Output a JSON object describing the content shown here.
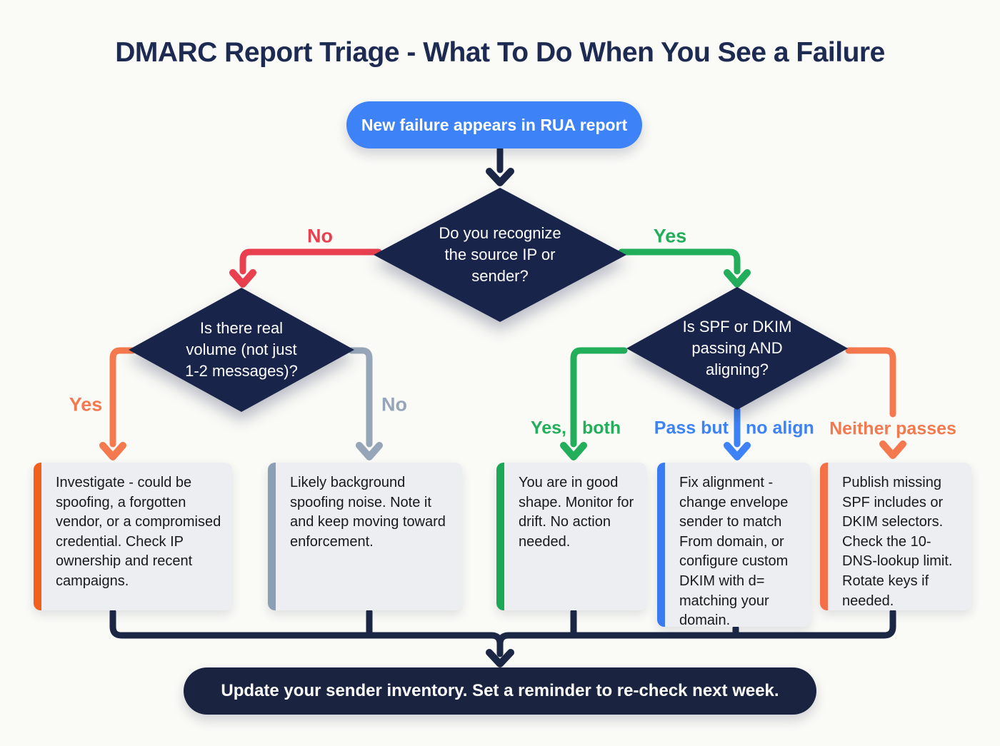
{
  "colors": {
    "background": "#FAFAF6",
    "title": "#1D2A52",
    "navy": "#19244A",
    "navy_line": "#1B2745",
    "end_pill": "#1A2440",
    "blue": "#3D83F7",
    "red": "#E8404F",
    "green": "#23AE5C",
    "orange": "#F5794E",
    "gray": "#96A5B8",
    "box_bg": "#EDEEF2",
    "ink": "#17191E"
  },
  "title": "DMARC Report Triage - What To Do When You See a Failure",
  "nodes": {
    "start": "New failure appears in RUA report",
    "q_recognize": "Do you recognize the source IP or sender?",
    "q_volume": "Is there real volume (not just 1-2 messages)?",
    "q_align": "Is SPF or DKIM passing AND aligning?",
    "end": "Update your sender inventory. Set a reminder to re-check next week."
  },
  "labels": {
    "recognize_no": "No",
    "recognize_yes": "Yes",
    "volume_yes": "Yes",
    "volume_no": "No",
    "align_both_a": "Yes,",
    "align_both_b": "both",
    "align_pass_a": "Pass but",
    "align_pass_b": "no align",
    "align_neither": "Neither passes"
  },
  "outcomes": [
    {
      "accent": "#F2601D",
      "text": "Investigate - could be spoofing, a forgotten vendor, or a compromised credential. Check IP ownership and recent campaigns."
    },
    {
      "accent": "#8CA0B5",
      "text": "Likely background spoofing noise. Note it and keep moving toward enforcement."
    },
    {
      "accent": "#1CA857",
      "text": "You are in good shape. Monitor for drift. No action needed."
    },
    {
      "accent": "#3A7BF2",
      "text": "Fix alignment - change envelope sender to match From domain, or configure custom DKIM with d= matching your domain."
    },
    {
      "accent": "#F56F48",
      "text": "Publish missing SPF includes or DKIM selectors. Check the 10-DNS-lookup limit. Rotate keys if needed."
    }
  ]
}
